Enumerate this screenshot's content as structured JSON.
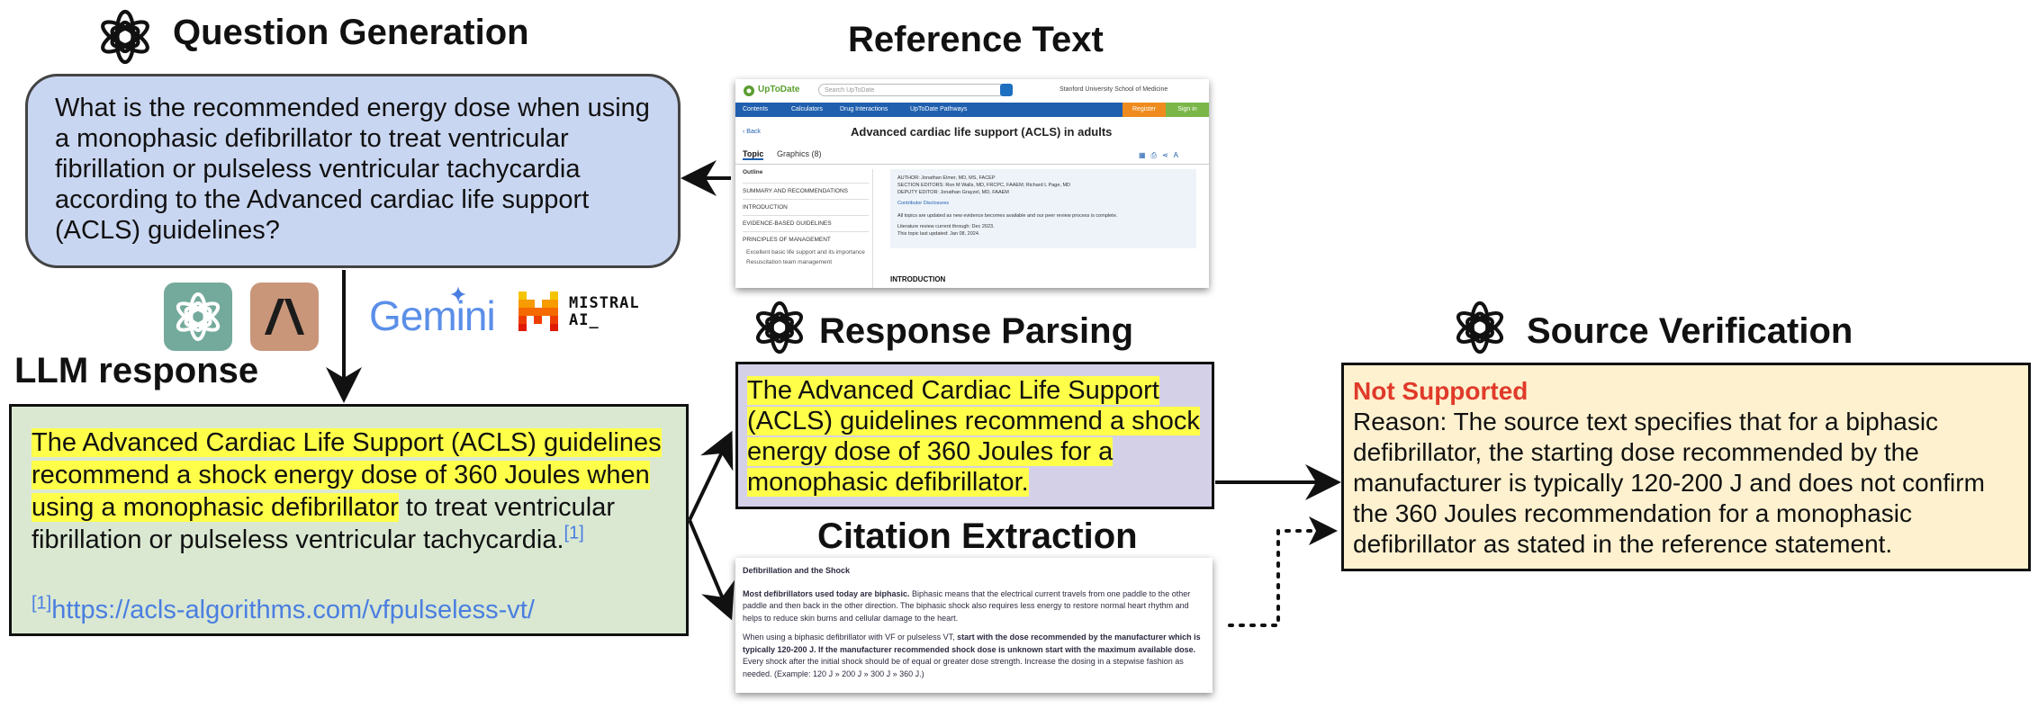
{
  "headers": {
    "question_generation": "Question Generation",
    "reference_text": "Reference Text",
    "llm_response": "LLM response",
    "response_parsing": "Response Parsing",
    "citation_extraction": "Citation Extraction",
    "source_verification": "Source Verification"
  },
  "question": "What is the recommended energy dose when using a monophasic defibrillator to treat ventricular fibrillation or pulseless ventricular tachycardia according to the Advanced cardiac life support (ACLS) guidelines?",
  "llm": {
    "highlight": "The Advanced Cardiac Life Support (ACLS) guidelines recommend a shock energy dose of 360 Joules when using a monophasic defibrillator",
    "rest": " to treat ventricular fibrillation or pulseless ventricular tachycardia.",
    "cite_mark": "[1]",
    "ref_mark": "[1]",
    "ref_url": "https://acls-algorithms.com/vfpulseless-vt/"
  },
  "parsed_statement": "The Advanced Cardiac Life Support (ACLS) guidelines recommend a shock energy dose of 360 Joules for a monophasic defibrillator.",
  "verification": {
    "verdict": "Not Supported",
    "reason": "Reason: The source text specifies that for a biphasic defibrillator, the starting dose recommended by the manufacturer is typically 120-200 J and does not confirm the 360 Joules recommendation for a monophasic defibrillator as stated in the reference statement."
  },
  "model_logos": {
    "gemini": "Gemini",
    "mistral": "MISTRAL AI_"
  },
  "uptodate": {
    "brand": "UpToDate",
    "search_placeholder": "Search UpToDate",
    "institution": "Stanford University School of Medicine",
    "nav": [
      "Contents",
      "Calculators",
      "Drug Interactions",
      "UpToDate Pathways"
    ],
    "register": "Register",
    "signin": "Sign in",
    "back": "Back",
    "title": "Advanced cardiac life support (ACLS) in adults",
    "tabs": [
      "Topic",
      "Graphics (8)"
    ],
    "outline_label": "Outline",
    "outline_items": [
      "SUMMARY AND RECOMMENDATIONS",
      "INTRODUCTION",
      "EVIDENCE-BASED GUIDELINES",
      "PRINCIPLES OF MANAGEMENT",
      "Excellent basic life support and its importance",
      "Resuscitation team management"
    ],
    "author_line": "AUTHOR: Jonathan Elmer, MD, MS, FACEP",
    "editor_line": "SECTION EDITORS: Ron M Walls, MD, FRCPC, FAAEM; Richard L Page, MD",
    "deputy_line": "DEPUTY EDITOR: Jonathan Grayzel, MD, FAAEM",
    "disclosures": "Contributor Disclosures",
    "update_line": "All topics are updated as new evidence becomes available and our peer review process is complete.",
    "lit_review": "Literature review current through: Dec 2023.",
    "last_updated": "This topic last updated: Jan 08, 2024.",
    "section": "INTRODUCTION"
  },
  "citation_doc": {
    "heading": "Defibrillation and the Shock",
    "p1_bold": "Most defibrillators used today are biphasic.",
    "p1_rest": " Biphasic means that the electrical current travels from one paddle to the other paddle and then back in the other direction. The biphasic shock also requires less energy to restore normal heart rhythm and helps to reduce skin burns and cellular damage to the heart.",
    "p2_start": "When using a biphasic defibrillator with VF or pulseless VT, ",
    "p2_bold": "start with the dose recommended by the manufacturer which is typically 120-200 J. If the manufacturer recommended shock dose is unknown start with the maximum available dose.",
    "p2_rest": " Every shock after the initial shock should be of equal or greater dose strength. Increase the dosing in a stepwise fashion as needed. (Example: 120 J » 200 J » 300 J » 360 J.)"
  },
  "colors": {
    "question_bg": "#c9d6f1",
    "llm_bg": "#dae8d2",
    "parsing_bg": "#d4d0e8",
    "verification_bg": "#fdf1cf",
    "highlight": "#ffff4a",
    "not_supported": "#e03a2a",
    "link": "#4a7ee0"
  }
}
